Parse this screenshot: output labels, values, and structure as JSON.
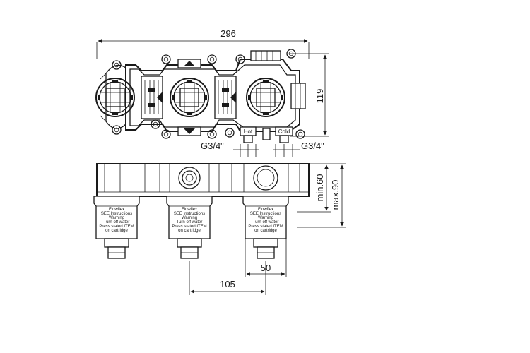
{
  "dimensions": {
    "overall_width": "296",
    "height_top": "119",
    "thread_left": "G3/4\"",
    "thread_right": "G3/4\"",
    "min_depth": "min.60",
    "max_depth": "max.90",
    "spacing_small": "50",
    "spacing_large": "105"
  },
  "port_labels": {
    "hot": "Hot",
    "cold": "Cold"
  },
  "cartridge_label": {
    "line1": "Flowflex",
    "line2": "SEE Instructions",
    "line3": "Warning",
    "line4": "Turn off water",
    "line5": "Press stated ITEM",
    "line6": "on cartridge"
  }
}
